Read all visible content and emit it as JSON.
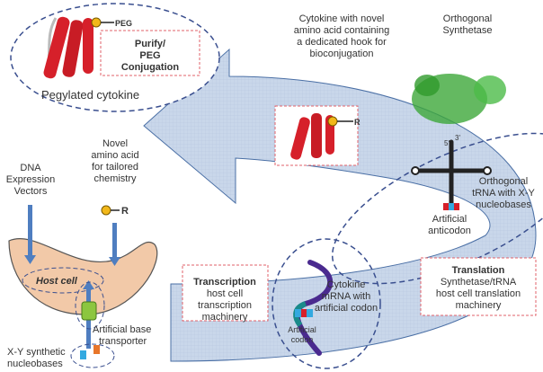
{
  "pegylated": {
    "peg_label": "PEG",
    "box": [
      "Purify/",
      "PEG",
      "Conjugation"
    ],
    "caption": "Pegylated cytokine"
  },
  "cytokine_hook": [
    "Cytokine with novel",
    "amino acid containing",
    "a dedicated hook for",
    "bioconjugation"
  ],
  "synthetase": [
    "Orthogonal",
    "Synthetase"
  ],
  "r_label": "R",
  "trna": {
    "five": "5'",
    "three": "3'",
    "label": [
      "Orthogonal",
      "tRNA with X-Y",
      "nucleobases"
    ],
    "anticodon": [
      "Artificial",
      "anticodon"
    ]
  },
  "dna": [
    "DNA",
    "Expression",
    "Vectors"
  ],
  "amino": [
    "Novel",
    "amino acid",
    "for tailored",
    "chemistry"
  ],
  "host_cell": "Host cell",
  "transporter": [
    "Artificial base",
    "transporter"
  ],
  "nucleobases": [
    "X-Y synthetic",
    "nucleobases"
  ],
  "transcription": {
    "title": "Transcription",
    "lines": [
      "host cell",
      "transcription",
      "machinery"
    ]
  },
  "mrna": {
    "label": [
      "Cytokine",
      "mRNA with",
      "artificial codon"
    ],
    "codon": [
      "Artificial",
      "codon"
    ]
  },
  "translation": {
    "title": "Translation",
    "lines": [
      "Synthetase/tRNA",
      "host cell translation",
      "machinery"
    ]
  },
  "colors": {
    "arrow": "#c9d7ea",
    "dashed_circle": "#3a4f8f",
    "box_border": "#e0606a",
    "protein": "#d6202a",
    "cell": "#f2c9a8",
    "pipe": "#4f7ec0"
  }
}
